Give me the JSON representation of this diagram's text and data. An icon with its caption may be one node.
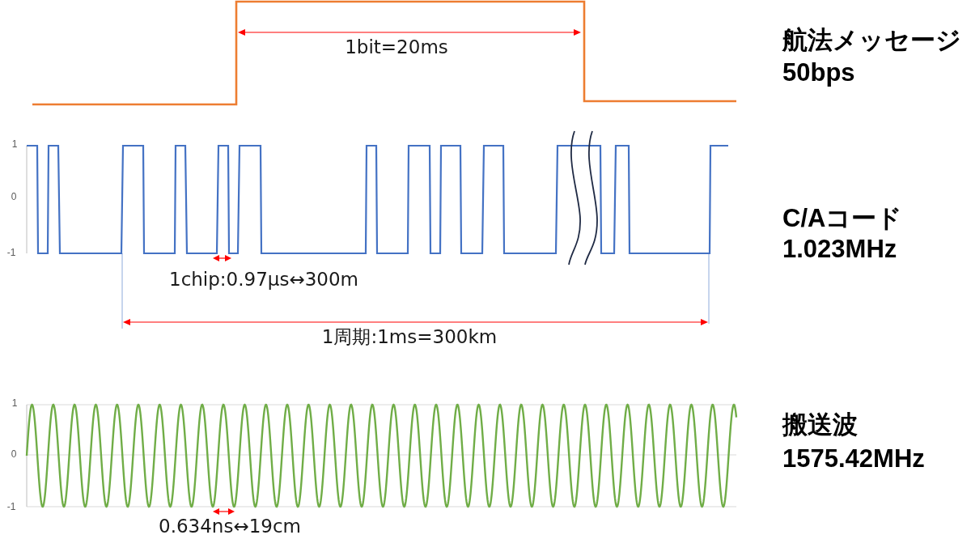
{
  "diagram": {
    "labels": [
      "1bit=20ms",
      "航法メッセージ",
      "50bps",
      "1",
      "0",
      "-1",
      "C/Aコード",
      "1.023MHz",
      "1chip:0.97μs↔300m",
      "1周期:1ms=300km",
      "1",
      "0",
      "-1",
      "搬送波",
      "1575.42MHz",
      "0.634ns↔19cm"
    ]
  }
}
